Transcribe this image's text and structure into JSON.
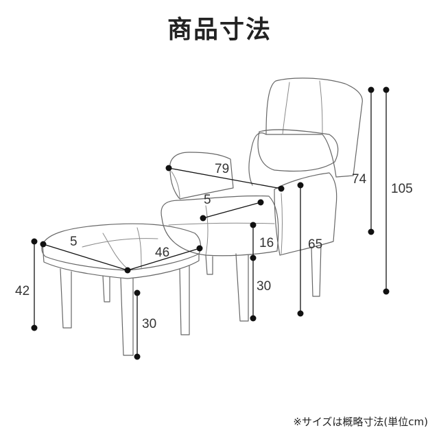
{
  "title": "商品寸法",
  "note": "※サイズは概略寸法(単位cm)",
  "dimensions": {
    "chair_width": "79",
    "chair_arm_width": "5",
    "chair_back_height": "74",
    "chair_total_height": "105",
    "chair_arm_height": "65",
    "chair_seat_thickness": "16",
    "chair_seat_height": "30",
    "ottoman_depth": "5",
    "ottoman_width": "46",
    "ottoman_height": "42",
    "ottoman_leg_height": "30"
  },
  "colors": {
    "outline": "#666666",
    "dimension": "#111111",
    "text": "#222222"
  }
}
